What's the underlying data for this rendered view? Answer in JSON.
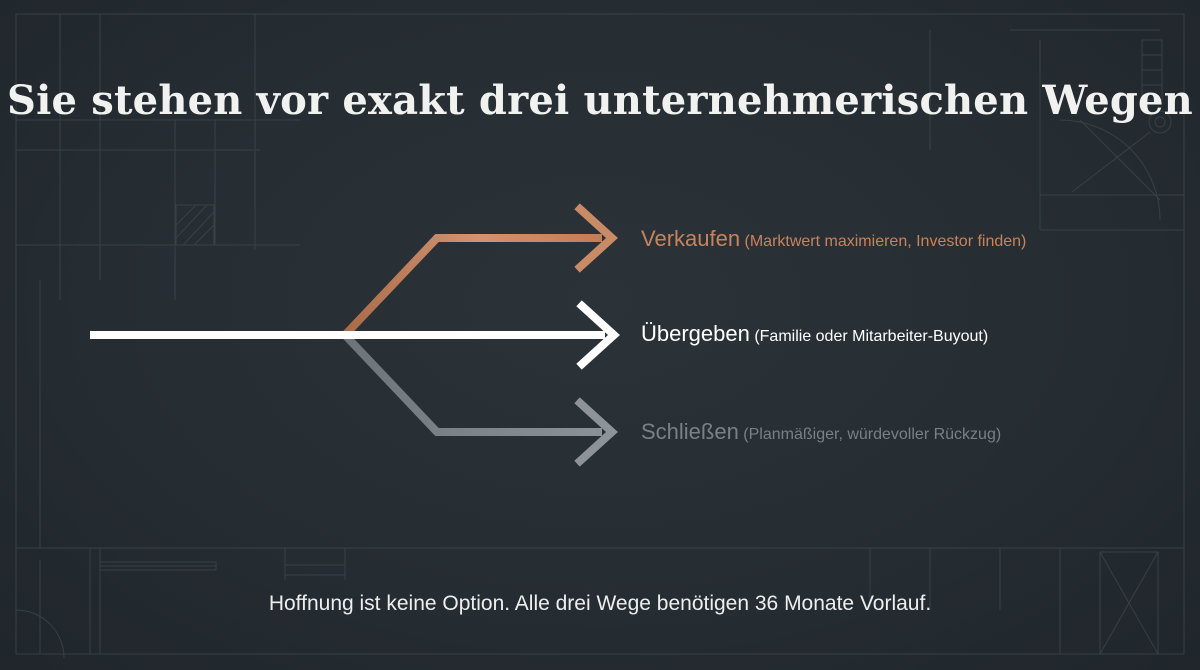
{
  "title": "Sie stehen vor exakt drei unternehmerischen Wegen",
  "branches": [
    {
      "label": "Verkaufen",
      "detail": " (Marktwert maximieren, Investor finden)",
      "color": "#c8835c"
    },
    {
      "label": "Übergeben",
      "detail": " (Familie oder Mitarbeiter-Buyout)",
      "color": "#ffffff"
    },
    {
      "label": "Schließen",
      "detail": " (Planmäßiger, würdevoller Rückzug)",
      "color": "#7a8085"
    }
  ],
  "footer": "Hoffnung ist keine Option. Alle drei Wege benötigen 36 Monate Vorlauf."
}
